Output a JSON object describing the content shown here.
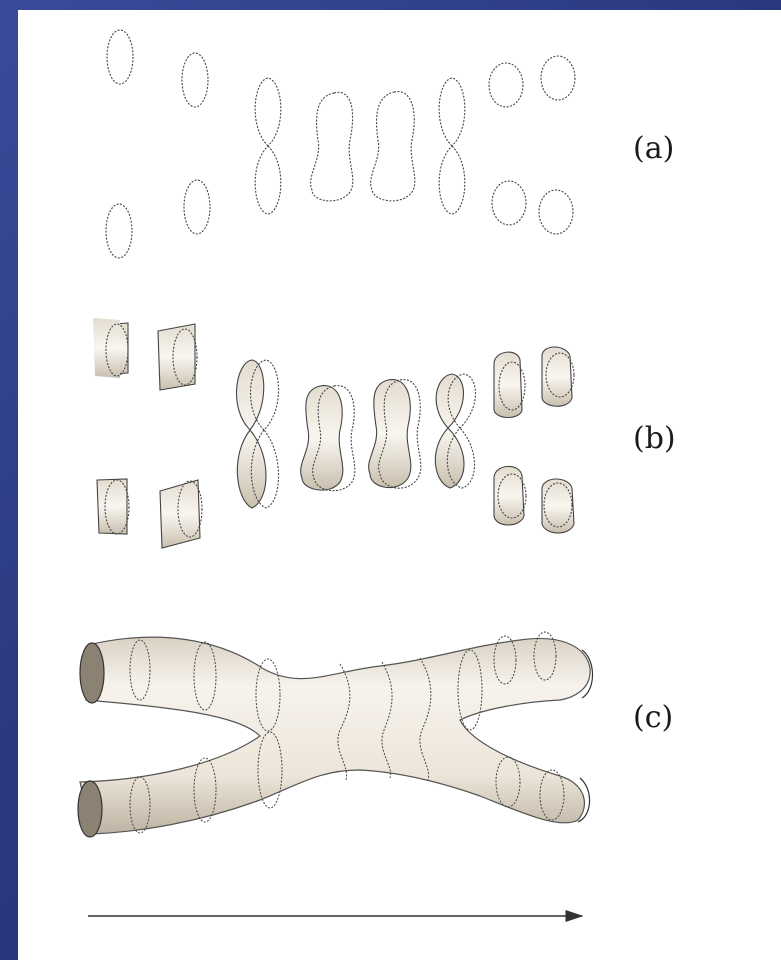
{
  "figure": {
    "labels": {
      "a": "(a)",
      "b": "(b)",
      "c": "(c)"
    },
    "colors": {
      "slide_background": "#2b3a80",
      "panel": "#ffffff",
      "surface_fill": "#efe9df",
      "surface_shade": "#cfc6b6",
      "outline": "#3a3a3a"
    }
  }
}
